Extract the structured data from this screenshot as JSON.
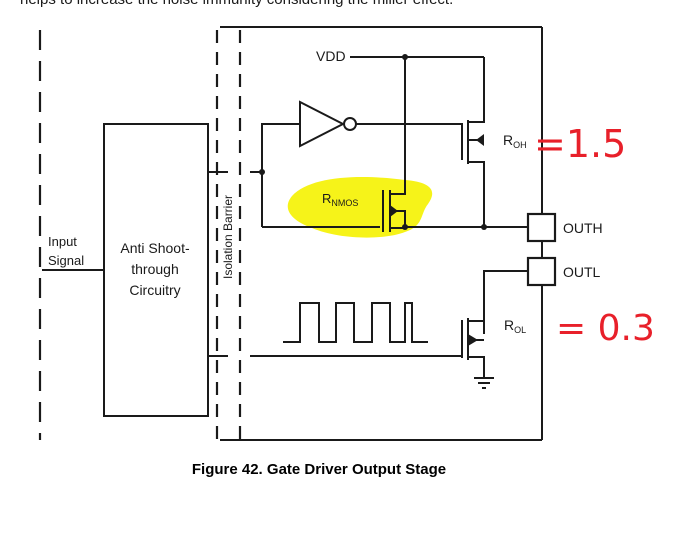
{
  "top_text": "helps to increase the noise immunity considering the miller effect.",
  "labels": {
    "vdd": "VDD",
    "input_line1": "Input",
    "input_line2": "Signal",
    "anti_line1": "Anti Shoot-",
    "anti_line2": "through",
    "anti_line3": "Circuitry",
    "isolation": "Isolation Barrier",
    "rnmos_main": "R",
    "rnmos_sub": "NMOS",
    "roh_main": "R",
    "roh_sub": "OH",
    "rol_main": "R",
    "rol_sub": "OL",
    "outh": "OUTH",
    "outl": "OUTL"
  },
  "annotations": {
    "roh_value": "=1.5",
    "rol_value": "= 0.3"
  },
  "caption": "Figure 42.  Gate Driver Output Stage",
  "colors": {
    "line": "#1a1a1a",
    "highlight": "#f5f200",
    "handwriting": "#e8202a"
  },
  "icons": [
    "inverter-icon",
    "pmos-transistor-icon",
    "nmos-transistor-icon",
    "ground-icon",
    "pulse-train-icon"
  ]
}
